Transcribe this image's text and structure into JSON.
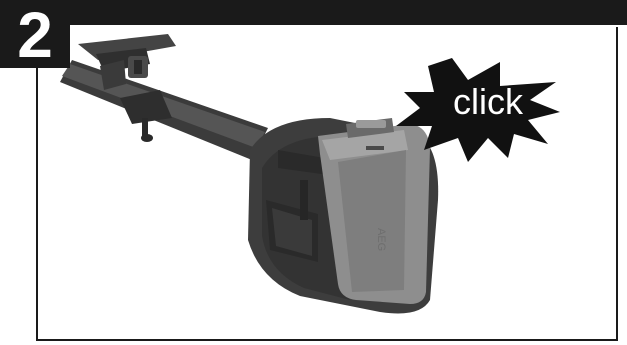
{
  "step": {
    "number": "2"
  },
  "callout": {
    "text": "click"
  },
  "illustration": {
    "subject": "string-trimmer-power-head-with-battery-inserted",
    "icons": [
      "starburst-icon"
    ]
  },
  "colors": {
    "bar": "#1a1a1a",
    "tool_body": "#3a3a3a",
    "battery": "#8a8a8a",
    "callout": "#111111"
  }
}
